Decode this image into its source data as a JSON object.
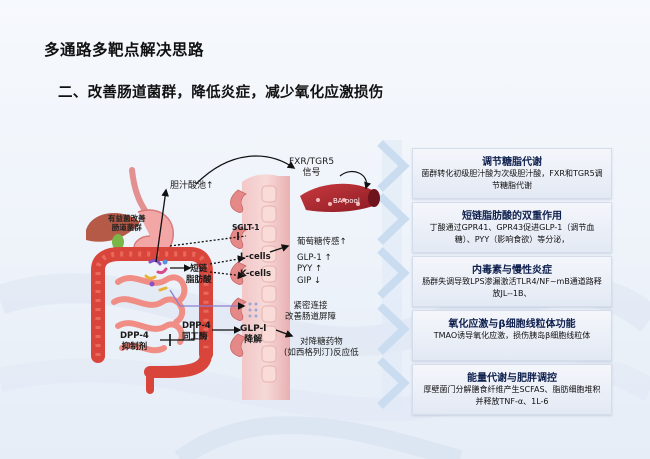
{
  "title": "多通路多靶点解决思路",
  "subtitle": "二、改善肠道菌群，降低炎症，减少氧化应激损伤",
  "diagram": {
    "bacteria_label": "有益菌改善\n肠道菌群",
    "bile_acid": "胆汁酸池",
    "up_arrow": "↑",
    "fxr_tgr5": "FXR/TGR5",
    "signal": "信号",
    "ba_pool": "BA pool",
    "sglt1": "SGLT-1",
    "glucose_sense": "葡萄糖传感↑",
    "l_cells": "L-cells",
    "k_cells": "K-cells",
    "scfa_line1": "短链",
    "scfa_line2": "脂肪酸",
    "glp1_up": "GLP-1 ↑",
    "pyy_up": "PYY ↑",
    "gip_down": "GIP ↓",
    "tight_junction_1": "紧密连接",
    "tight_junction_2": "改善肠道屏障",
    "dpp4_a": "DPP-4",
    "dpp4_b": "同工酶",
    "dpp4_inhib_1": "DPP-4",
    "dpp4_inhib_2": "抑制剂",
    "glp1_degrade_1": "GLP-l",
    "glp1_degrade_2": "降解",
    "drug_1": "对降糖药物",
    "drug_2": "(如西格列汀)反应低"
  },
  "cards": [
    {
      "title": "调节糖脂代谢",
      "body": "菌群转化初级胆汁酸为次级胆汁酸，FXR和TGR5调节糖脂代谢"
    },
    {
      "title": "短链脂肪酸的双重作用",
      "body": "丁酸通过GPR41、GPR43促进GLP-1（调节血糖）、PYY（影响食欲）等分泌，"
    },
    {
      "title": "内毒素与慢性炎症",
      "body": "肠群失调导致LPS渗漏激活TLR4/NF~mB通道路释放JL--1B、"
    },
    {
      "title": "氧化应激与β细胞线粒体功能",
      "body": "TMAO诱导氧化应激，损伤胰岛β细胞线粒体"
    },
    {
      "title": "能量代谢与肥胖调控",
      "body": "厚壁菌门分解膳食纤维产生SCFAS、脂肪细胞堆积并释放TNF-α、1L-6"
    }
  ],
  "colors": {
    "title": "#111111",
    "card_title": "#0e1f4d",
    "chevron": "#cfe0f3",
    "intestine": "#d9453b",
    "vessel": "#a8242e",
    "villi": "#ea9090",
    "stomach": "#f2a6a6",
    "liver_green": "#7ab648"
  }
}
